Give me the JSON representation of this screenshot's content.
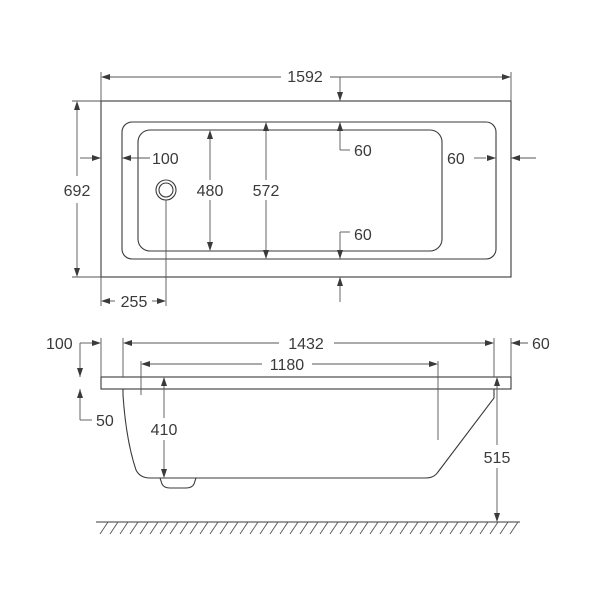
{
  "top_view": {
    "overall_length": "1592",
    "overall_width": "692",
    "inner_length_label": "60",
    "rim_top": "60",
    "rim_bottom": "60",
    "waste_offset": "100",
    "inner_width": "480",
    "rim_inner_width": "572",
    "waste_from_end": "255"
  },
  "side_view": {
    "rim_left": "100",
    "bath_length": "1432",
    "rim_right": "60",
    "base_length": "1180",
    "deck_thickness": "50",
    "depth": "410",
    "overall_height": "515"
  }
}
